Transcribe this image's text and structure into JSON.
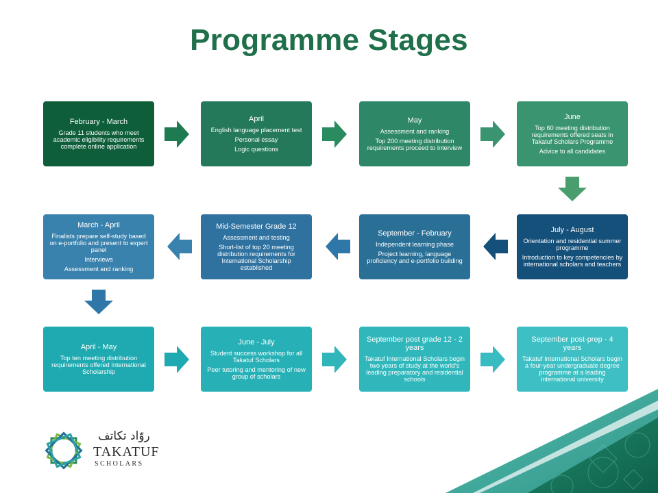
{
  "title": "Programme Stages",
  "colors": {
    "title": "#1f6f4a",
    "row1_a": "#0e5e3a",
    "row1_b": "#23795a",
    "row1_c": "#2e8766",
    "row1_d": "#3a9470",
    "row2": "#2a6f96",
    "row2_dark": "#15507a",
    "row3": "#2ab5bb",
    "arrow_green": "#1e7a50",
    "arrow_blue": "#2f77a8",
    "arrow_teal": "#2fb5ba"
  },
  "stages": [
    {
      "title": "February - March",
      "lines": [
        "Grade 11 students who meet academic eligibility requirements complete online application"
      ]
    },
    {
      "title": "April",
      "lines": [
        "English language placement test",
        "Personal essay",
        "Logic questions"
      ]
    },
    {
      "title": "May",
      "lines": [
        "Assessment and ranking",
        "Top 200 meeting distribution requirements proceed to interview"
      ]
    },
    {
      "title": "June",
      "lines": [
        "Top 60 meeting distribution requirements offered seats in Takatuf Scholars Programme",
        "Advice to all candidates"
      ]
    },
    {
      "title": "July - August",
      "lines": [
        "Orientation and residential summer programme",
        "Introduction to key competencies by international scholars and teachers"
      ]
    },
    {
      "title": "September - February",
      "lines": [
        "Independent learning phase",
        "Project learning, language proficiency and e-portfolio building"
      ]
    },
    {
      "title": "Mid-Semester Grade 12",
      "lines": [
        "Assessment and testing",
        "Short-list of top 20 meeting distribution requirements for International Scholarship established"
      ]
    },
    {
      "title": "March - April",
      "lines": [
        "Finalists prepare self-study based on e-portfolio and present to expert panel",
        "Interviews",
        "Assessment and ranking"
      ]
    },
    {
      "title": "April - May",
      "lines": [
        "Top ten meeting distribution requirements offered International Scholarship"
      ]
    },
    {
      "title": "June - July",
      "lines": [
        "Student success workshop for all Takatuf Scholars",
        "Peer tutoring and mentoring of new group of scholars"
      ]
    },
    {
      "title": "September post grade 12 - 2 years",
      "lines": [
        "Takatuf International Scholars begin two years of study at the world's leading preparatory and residential schools"
      ]
    },
    {
      "title": "September post-prep - 4 years",
      "lines": [
        "Takatuf International Scholars begin a four-year undergraduate degree programme at a leading international university"
      ]
    }
  ],
  "logo": {
    "arabic": "روّاد تكاتف",
    "name": "TAKATUF",
    "sub": "SCHOLARS"
  }
}
